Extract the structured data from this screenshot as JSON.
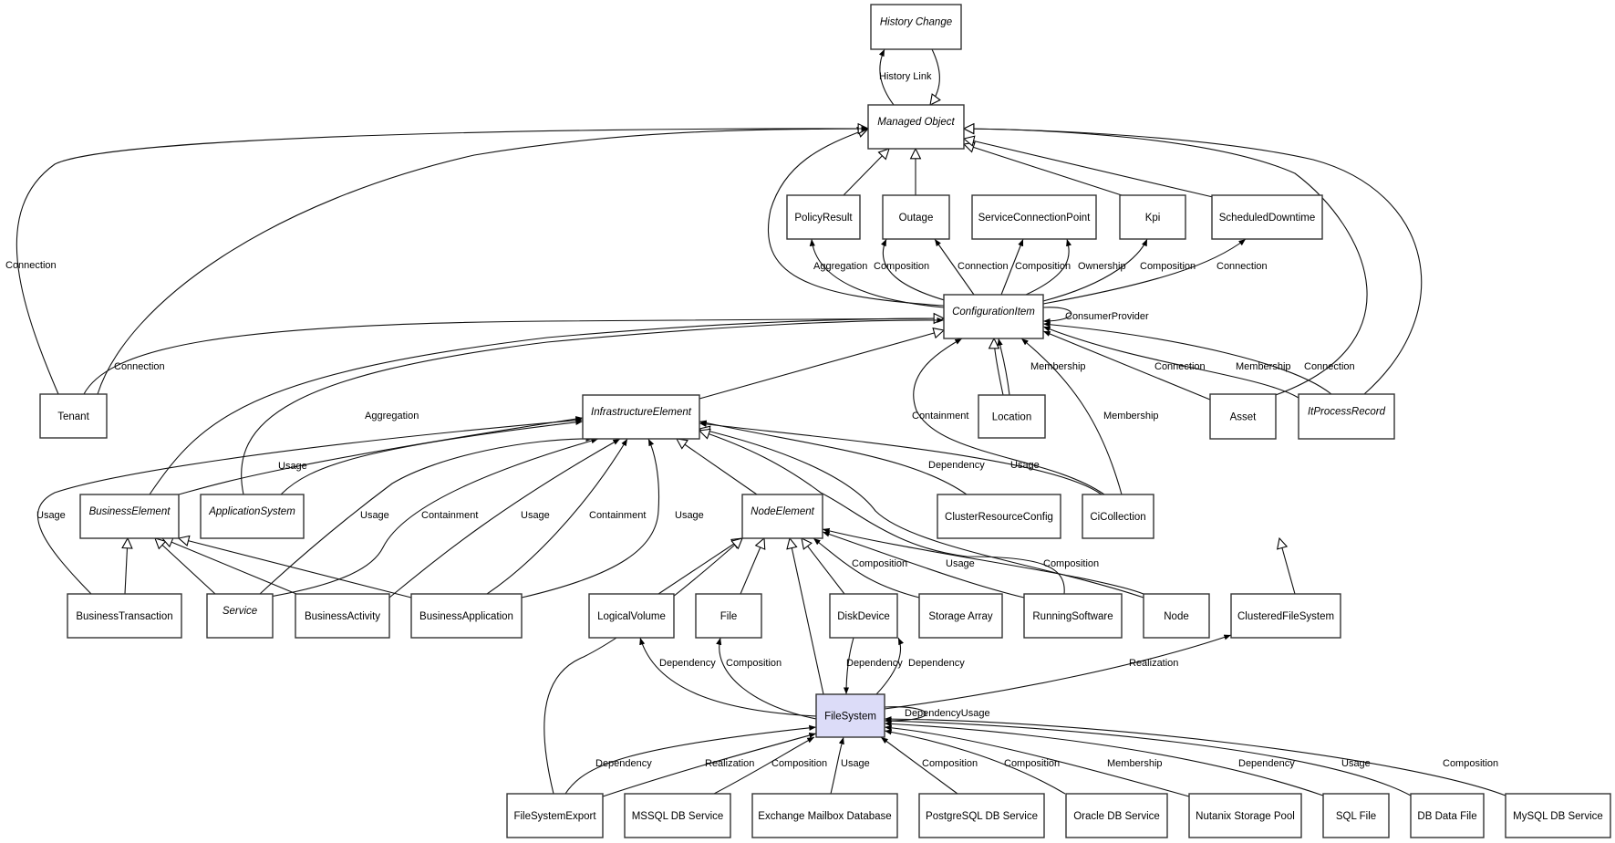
{
  "diagram": {
    "type": "uml-class-diagram",
    "highlight_color": "#dcdcf8",
    "nodes": [
      {
        "id": "HistoryChange",
        "label": "History Change",
        "abstract": true
      },
      {
        "id": "ManagedObject",
        "label": "Managed Object",
        "abstract": true
      },
      {
        "id": "PolicyResult",
        "label": "PolicyResult"
      },
      {
        "id": "Outage",
        "label": "Outage"
      },
      {
        "id": "SCP",
        "label": "ServiceConnectionPoint"
      },
      {
        "id": "Kpi",
        "label": "Kpi"
      },
      {
        "id": "ScheduledDowntime",
        "label": "ScheduledDowntime"
      },
      {
        "id": "CI",
        "label": "ConfigurationItem",
        "abstract": true
      },
      {
        "id": "Tenant",
        "label": "Tenant"
      },
      {
        "id": "InfraElement",
        "label": "InfrastructureElement",
        "abstract": true
      },
      {
        "id": "Location",
        "label": "Location"
      },
      {
        "id": "Asset",
        "label": "Asset"
      },
      {
        "id": "ItProcessRecord",
        "label": "ItProcessRecord",
        "abstract": true
      },
      {
        "id": "BusinessElement",
        "label": "BusinessElement",
        "abstract": true
      },
      {
        "id": "AppSystem",
        "label": "ApplicationSystem",
        "abstract": true
      },
      {
        "id": "NodeElement",
        "label": "NodeElement",
        "abstract": true
      },
      {
        "id": "ClusterResourceConfig",
        "label": "ClusterResourceConfig"
      },
      {
        "id": "CiCollection",
        "label": "CiCollection"
      },
      {
        "id": "BusinessTransaction",
        "label": "BusinessTransaction"
      },
      {
        "id": "Service",
        "label": "Service",
        "abstract": true
      },
      {
        "id": "BusinessActivity",
        "label": "BusinessActivity"
      },
      {
        "id": "BusinessApplication",
        "label": "BusinessApplication"
      },
      {
        "id": "LogicalVolume",
        "label": "LogicalVolume"
      },
      {
        "id": "File",
        "label": "File"
      },
      {
        "id": "DiskDevice",
        "label": "DiskDevice"
      },
      {
        "id": "StorageArray",
        "label": "Storage Array"
      },
      {
        "id": "RunningSoftware",
        "label": "RunningSoftware"
      },
      {
        "id": "Node",
        "label": "Node"
      },
      {
        "id": "ClusteredFileSystem",
        "label": "ClusteredFileSystem"
      },
      {
        "id": "FileSystem",
        "label": "FileSystem",
        "highlight": true
      },
      {
        "id": "FileSystemExport",
        "label": "FileSystemExport"
      },
      {
        "id": "MSSQL",
        "label": "MSSQL DB Service"
      },
      {
        "id": "Exchange",
        "label": "Exchange Mailbox Database"
      },
      {
        "id": "PostgreSQL",
        "label": "PostgreSQL DB Service"
      },
      {
        "id": "Oracle",
        "label": "Oracle DB Service"
      },
      {
        "id": "Nutanix",
        "label": "Nutanix Storage Pool"
      },
      {
        "id": "SQLFile",
        "label": "SQL File"
      },
      {
        "id": "DBDataFile",
        "label": "DB Data File"
      },
      {
        "id": "MySQL",
        "label": "MySQL DB Service"
      }
    ],
    "edges": [
      {
        "from": "ManagedObject",
        "to": "HistoryChange",
        "kind": "association",
        "label": "History Link"
      },
      {
        "from": "HistoryChange",
        "to": "ManagedObject",
        "kind": "generalization",
        "label": ""
      },
      {
        "from": "PolicyResult",
        "to": "ManagedObject",
        "kind": "generalization",
        "label": ""
      },
      {
        "from": "Outage",
        "to": "ManagedObject",
        "kind": "generalization",
        "label": ""
      },
      {
        "from": "Kpi",
        "to": "ManagedObject",
        "kind": "generalization",
        "label": ""
      },
      {
        "from": "ScheduledDowntime",
        "to": "ManagedObject",
        "kind": "generalization",
        "label": ""
      },
      {
        "from": "CI",
        "to": "ManagedObject",
        "kind": "generalization",
        "label": ""
      },
      {
        "from": "Tenant",
        "to": "ManagedObject",
        "kind": "generalization",
        "label": ""
      },
      {
        "from": "Tenant",
        "to": "ManagedObject",
        "kind": "association",
        "label": "Connection"
      },
      {
        "from": "Asset",
        "to": "ManagedObject",
        "kind": "generalization",
        "label": ""
      },
      {
        "from": "ItProcessRecord",
        "to": "ManagedObject",
        "kind": "generalization",
        "label": ""
      },
      {
        "from": "CI",
        "to": "PolicyResult",
        "kind": "association",
        "label": "Aggregation"
      },
      {
        "from": "CI",
        "to": "Outage",
        "kind": "association",
        "label": "Composition"
      },
      {
        "from": "CI",
        "to": "Outage",
        "kind": "association",
        "label": "Connection"
      },
      {
        "from": "CI",
        "to": "SCP",
        "kind": "association",
        "label": "Composition"
      },
      {
        "from": "CI",
        "to": "SCP",
        "kind": "association",
        "label": "Ownership"
      },
      {
        "from": "CI",
        "to": "Kpi",
        "kind": "association",
        "label": "Composition"
      },
      {
        "from": "CI",
        "to": "ScheduledDowntime",
        "kind": "association",
        "label": "Connection"
      },
      {
        "from": "CI",
        "to": "CI",
        "kind": "association",
        "label": "ConsumerProvider"
      },
      {
        "from": "Tenant",
        "to": "CI",
        "kind": "association",
        "label": "Connection"
      },
      {
        "from": "BusinessElement",
        "to": "CI",
        "kind": "generalization",
        "label": ""
      },
      {
        "from": "AppSystem",
        "to": "CI",
        "kind": "association",
        "label": "Aggregation"
      },
      {
        "from": "InfraElement",
        "to": "CI",
        "kind": "generalization",
        "label": ""
      },
      {
        "from": "Location",
        "to": "CI",
        "kind": "generalization",
        "label": ""
      },
      {
        "from": "Location",
        "to": "CI",
        "kind": "association",
        "label": "Membership"
      },
      {
        "from": "CiCollection",
        "to": "CI",
        "kind": "association",
        "label": "Containment"
      },
      {
        "from": "CiCollection",
        "to": "CI",
        "kind": "association",
        "label": "Membership"
      },
      {
        "from": "Asset",
        "to": "CI",
        "kind": "association",
        "label": "Connection"
      },
      {
        "from": "ItProcessRecord",
        "to": "CI",
        "kind": "association",
        "label": "Membership"
      },
      {
        "from": "ItProcessRecord",
        "to": "CI",
        "kind": "association",
        "label": "Connection"
      },
      {
        "from": "BusinessElement",
        "to": "InfraElement",
        "kind": "association",
        "label": "Usage"
      },
      {
        "from": "AppSystem",
        "to": "InfraElement",
        "kind": "association",
        "label": ""
      },
      {
        "from": "BusinessTransaction",
        "to": "InfraElement",
        "kind": "association",
        "label": "Usage"
      },
      {
        "from": "Service",
        "to": "InfraElement",
        "kind": "association",
        "label": "Usage"
      },
      {
        "from": "Service",
        "to": "InfraElement",
        "kind": "association",
        "label": "Containment"
      },
      {
        "from": "BusinessActivity",
        "to": "InfraElement",
        "kind": "association",
        "label": "Usage"
      },
      {
        "from": "BusinessApplication",
        "to": "InfraElement",
        "kind": "association",
        "label": "Containment"
      },
      {
        "from": "BusinessApplication",
        "to": "InfraElement",
        "kind": "association",
        "label": "Usage"
      },
      {
        "from": "NodeElement",
        "to": "InfraElement",
        "kind": "generalization",
        "label": ""
      },
      {
        "from": "ClusterResourceConfig",
        "to": "InfraElement",
        "kind": "association",
        "label": "Dependency"
      },
      {
        "from": "CiCollection",
        "to": "InfraElement",
        "kind": "association",
        "label": "Usage"
      },
      {
        "from": "Node",
        "to": "InfraElement",
        "kind": "generalization",
        "label": ""
      },
      {
        "from": "RunningSoftware",
        "to": "InfraElement",
        "kind": "generalization",
        "label": ""
      },
      {
        "from": "BusinessTransaction",
        "to": "BusinessElement",
        "kind": "generalization",
        "label": ""
      },
      {
        "from": "Service",
        "to": "BusinessElement",
        "kind": "generalization",
        "label": ""
      },
      {
        "from": "BusinessActivity",
        "to": "BusinessElement",
        "kind": "generalization",
        "label": ""
      },
      {
        "from": "BusinessApplication",
        "to": "BusinessElement",
        "kind": "generalization",
        "label": ""
      },
      {
        "from": "LogicalVolume",
        "to": "NodeElement",
        "kind": "generalization",
        "label": ""
      },
      {
        "from": "File",
        "to": "NodeElement",
        "kind": "generalization",
        "label": ""
      },
      {
        "from": "FileSystem",
        "to": "NodeElement",
        "kind": "generalization",
        "label": ""
      },
      {
        "from": "DiskDevice",
        "to": "NodeElement",
        "kind": "generalization",
        "label": ""
      },
      {
        "from": "FileSystemExport",
        "to": "NodeElement",
        "kind": "generalization",
        "label": ""
      },
      {
        "from": "StorageArray",
        "to": "NodeElement",
        "kind": "association",
        "label": "Composition"
      },
      {
        "from": "RunningSoftware",
        "to": "NodeElement",
        "kind": "association",
        "label": "Usage"
      },
      {
        "from": "Node",
        "to": "NodeElement",
        "kind": "association",
        "label": "Composition"
      },
      {
        "from": "ClusteredFileSystem",
        "to": "ClusterResourceConfig",
        "kind": "generalization",
        "label": ""
      },
      {
        "from": "FileSystem",
        "to": "LogicalVolume",
        "kind": "association",
        "label": "Dependency"
      },
      {
        "from": "FileSystem",
        "to": "File",
        "kind": "association",
        "label": "Composition"
      },
      {
        "from": "DiskDevice",
        "to": "FileSystem",
        "kind": "association",
        "label": "Dependency"
      },
      {
        "from": "FileSystem",
        "to": "DiskDevice",
        "kind": "association",
        "label": "Dependency"
      },
      {
        "from": "FileSystem",
        "to": "ClusteredFileSystem",
        "kind": "association",
        "label": "Realization"
      },
      {
        "from": "FileSystem",
        "to": "FileSystem",
        "kind": "association",
        "label": "DependencyUsage"
      },
      {
        "from": "FileSystemExport",
        "to": "FileSystem",
        "kind": "association",
        "label": "Dependency"
      },
      {
        "from": "FileSystemExport",
        "to": "FileSystem",
        "kind": "association",
        "label": "Realization"
      },
      {
        "from": "MSSQL",
        "to": "FileSystem",
        "kind": "association",
        "label": "Composition"
      },
      {
        "from": "Exchange",
        "to": "FileSystem",
        "kind": "association",
        "label": "Usage"
      },
      {
        "from": "PostgreSQL",
        "to": "FileSystem",
        "kind": "association",
        "label": "Composition"
      },
      {
        "from": "Oracle",
        "to": "FileSystem",
        "kind": "association",
        "label": "Composition"
      },
      {
        "from": "Nutanix",
        "to": "FileSystem",
        "kind": "association",
        "label": "Membership"
      },
      {
        "from": "SQLFile",
        "to": "FileSystem",
        "kind": "association",
        "label": "Dependency"
      },
      {
        "from": "DBDataFile",
        "to": "FileSystem",
        "kind": "association",
        "label": "Usage"
      },
      {
        "from": "MySQL",
        "to": "FileSystem",
        "kind": "association",
        "label": "Composition"
      }
    ]
  }
}
